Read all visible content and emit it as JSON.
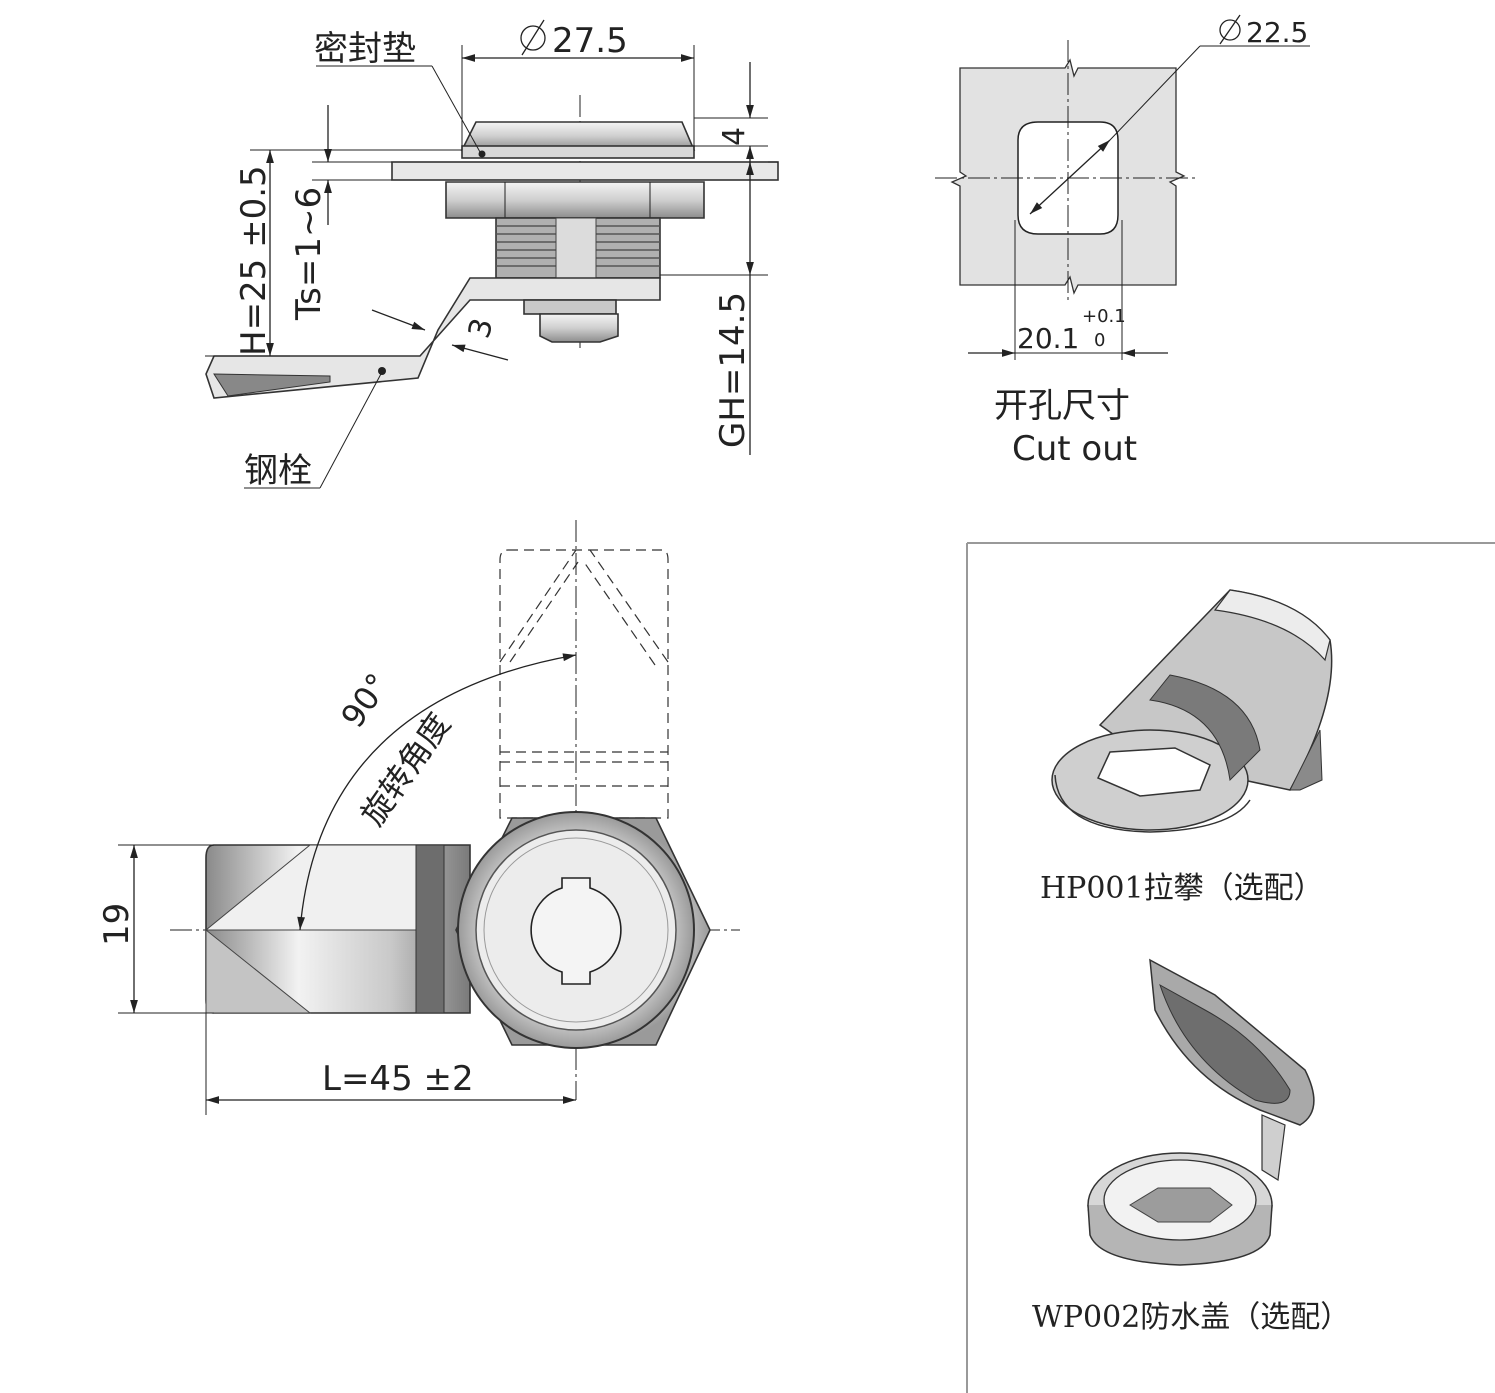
{
  "side_view": {
    "seal_label": "密封垫",
    "steel_bolt_label": "钢栓",
    "dia_outer": "27.5",
    "dim_4": "4",
    "dim_H": "H=25 ±0.5",
    "dim_Ts": "Ts=1~6",
    "dim_3": "3",
    "dim_GH": "GH=14.5"
  },
  "cutout": {
    "dia": "22.5",
    "width": "20.1",
    "tol_upper": "+0.1",
    "tol_lower": "0",
    "title_cn": "开孔尺寸",
    "title_en": "Cut out"
  },
  "front_view": {
    "angle": "90°",
    "angle_label": "旋转角度",
    "dim_19": "19",
    "dim_L": "L=45 ±2"
  },
  "accessories": {
    "hp001": "HP001拉攀（选配）",
    "wp002": "WP002防水盖（选配）"
  },
  "colors": {
    "metal_light": "#e4e4e4",
    "metal_mid": "#bdbdbd",
    "metal_dark": "#6e6e6e",
    "line": "#222222"
  }
}
